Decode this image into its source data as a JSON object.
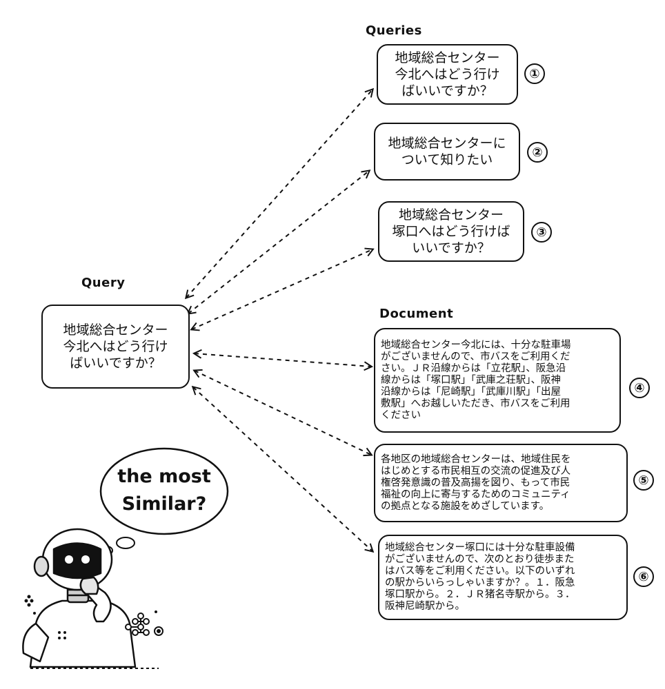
{
  "labels": {
    "queries": "Queries",
    "query": "Query",
    "document": "Document"
  },
  "query_box": {
    "lines": [
      "地域総合センター",
      "今北へはどう行け",
      "ばいいですか？"
    ]
  },
  "queries": [
    {
      "lines": [
        "地域総合センター",
        "今北へはどう行け",
        "ばいいですか？"
      ],
      "number": "①"
    },
    {
      "lines": [
        "地域総合センターに",
        "ついて知りたい"
      ],
      "number": "②"
    },
    {
      "lines": [
        "地域総合センター",
        "塚口へはどう行けば",
        "いいですか？"
      ],
      "number": "③"
    }
  ],
  "documents": [
    {
      "lines": [
        "地域総合センター今北には、十分な駐車場",
        "がございませんので、市バスをご利用くだ",
        "さい。ＪＲ沿線からは「立花駅」、阪急沿",
        "線からは「塚口駅」「武庫之荘駅」、阪神",
        "沿線からは「尼崎駅」「武庫川駅」「出屋",
        "敷駅」へお越しいただき、市バスをご利用",
        "ください"
      ],
      "number": "④"
    },
    {
      "lines": [
        "各地区の地域総合センターは、地域住民を",
        "はじめとする市民相互の交流の促進及び人",
        "権啓発意識の普及高揚を図り、もって市民",
        "福祉の向上に寄与するためのコミュニティ",
        "の拠点となる施設をめざしています。"
      ],
      "number": "⑤"
    },
    {
      "lines": [
        "地域総合センター塚口には十分な駐車設備",
        "がございませんので、次のとおり徒歩また",
        "はバス等をご利用ください。以下のいずれ",
        "の駅からいらっしゃいますか？。１．阪急",
        "塚口駅から。２．ＪＲ猪名寺駅から。３．",
        "阪神尼崎駅から。"
      ],
      "number": "⑥"
    }
  ],
  "thought_bubble": {
    "lines": [
      "the most",
      "Similar?"
    ]
  },
  "icons": {
    "robot": "robot-thinking-icon",
    "network": "molecule-network-icon"
  }
}
